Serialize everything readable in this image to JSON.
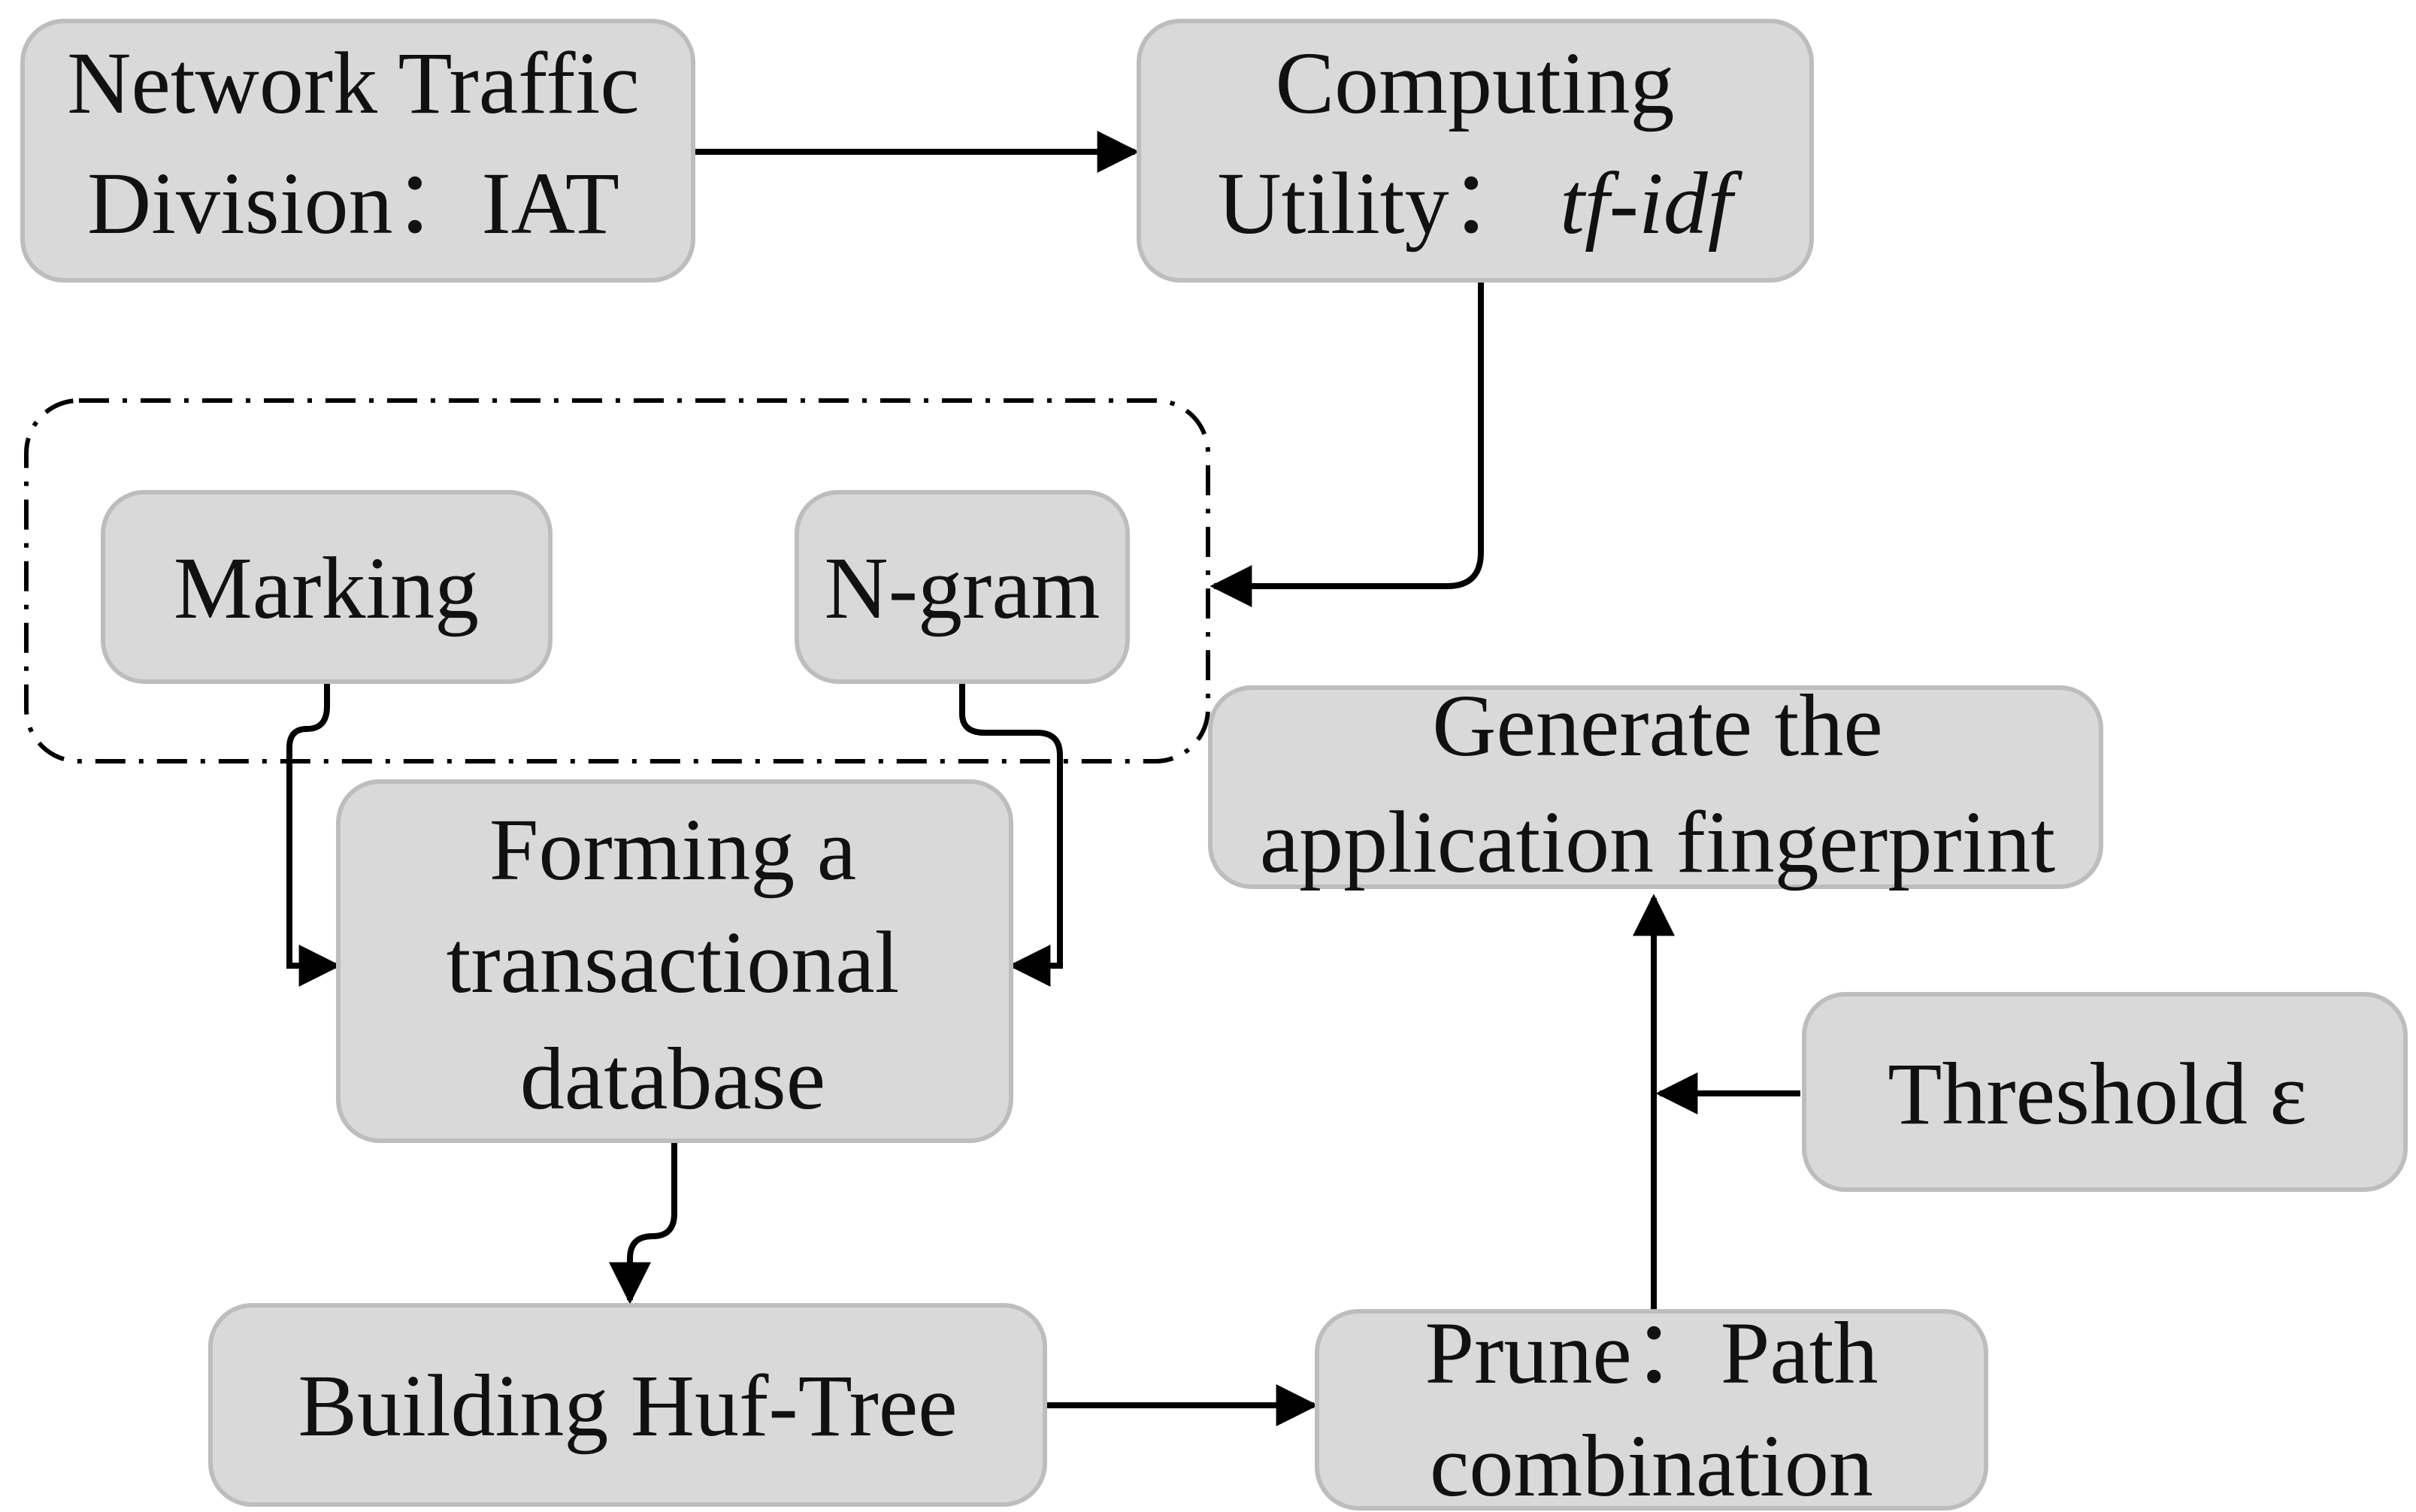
{
  "nodes": {
    "network_traffic": {
      "line1": "Network Traffic",
      "line2": "Division：IAT"
    },
    "computing_utility": {
      "line1": "Computing",
      "line2_prefix": "Utility：",
      "line2_italic": "tf-idf"
    },
    "marking": {
      "label": "Marking"
    },
    "ngram": {
      "label": "N-gram"
    },
    "generate_fingerprint": {
      "line1": "Generate the",
      "line2": "application fingerprint"
    },
    "forming_db": {
      "line1": "Forming a",
      "line2": "transactional",
      "line3": "database"
    },
    "threshold": {
      "label": "Threshold ε"
    },
    "building_huf": {
      "label": "Building Huf-Tree"
    },
    "prune": {
      "line1": "Prune：Path",
      "line2": "combination"
    }
  },
  "colors": {
    "box_fill": "#d9d9d9",
    "box_stroke": "#bdbdbd",
    "edge": "#000000",
    "text": "#111111"
  }
}
